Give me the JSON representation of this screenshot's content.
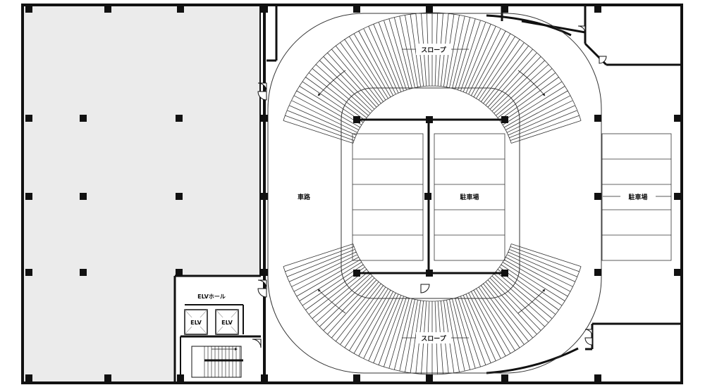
{
  "labels": {
    "slope_top": "スロープ",
    "slope_bottom": "スロープ",
    "driveway": "車路",
    "parking_center": "駐車場",
    "parking_right": "駐車場",
    "elv_hall": "ELVホール",
    "elv_1": "ELV",
    "elv_2": "ELV"
  },
  "colors": {
    "wall": "#111111",
    "shaded_area": "#ebebeb",
    "line": "#222222"
  },
  "icons": {
    "column": "square-column-icon",
    "door": "door-swing-icon",
    "elevator": "elevator-x-icon",
    "direction": "arrow-icon"
  }
}
